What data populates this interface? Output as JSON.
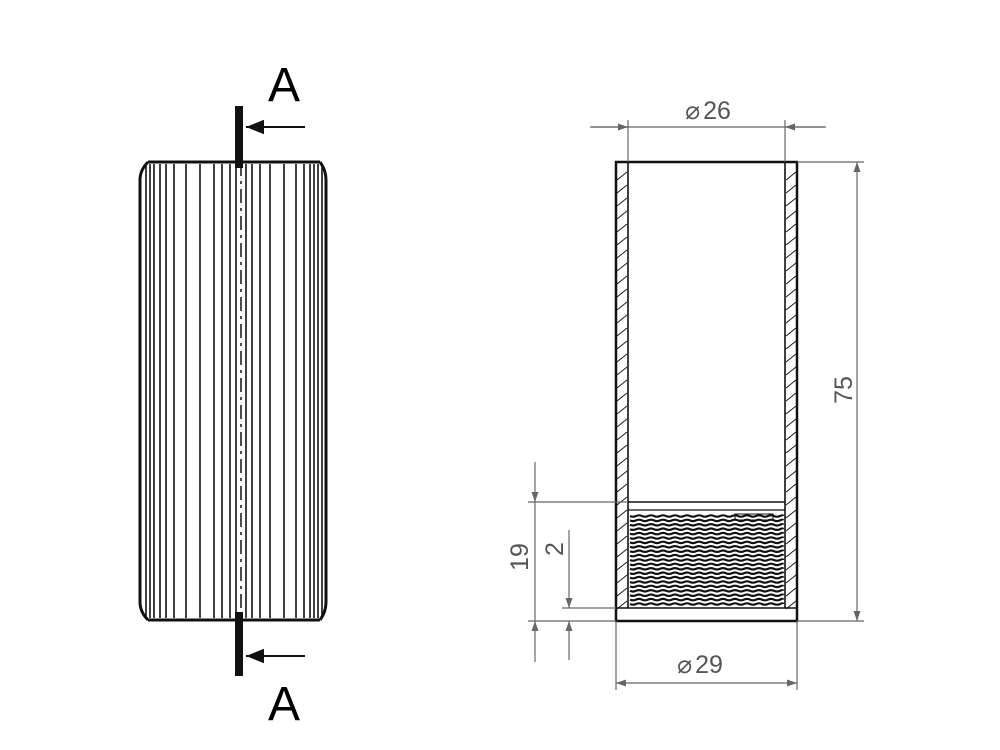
{
  "section_labels": {
    "top": "A",
    "bottom": "A"
  },
  "dimensions": {
    "top_diameter": {
      "symbol": "⌀",
      "value": "26"
    },
    "bottom_diameter": {
      "symbol": "⌀",
      "value": "29"
    },
    "overall_height": "75",
    "thread_length": "19",
    "chamfer": "2"
  },
  "colors": {
    "line": "#111111",
    "dimension": "#666666",
    "text": "#555555"
  }
}
